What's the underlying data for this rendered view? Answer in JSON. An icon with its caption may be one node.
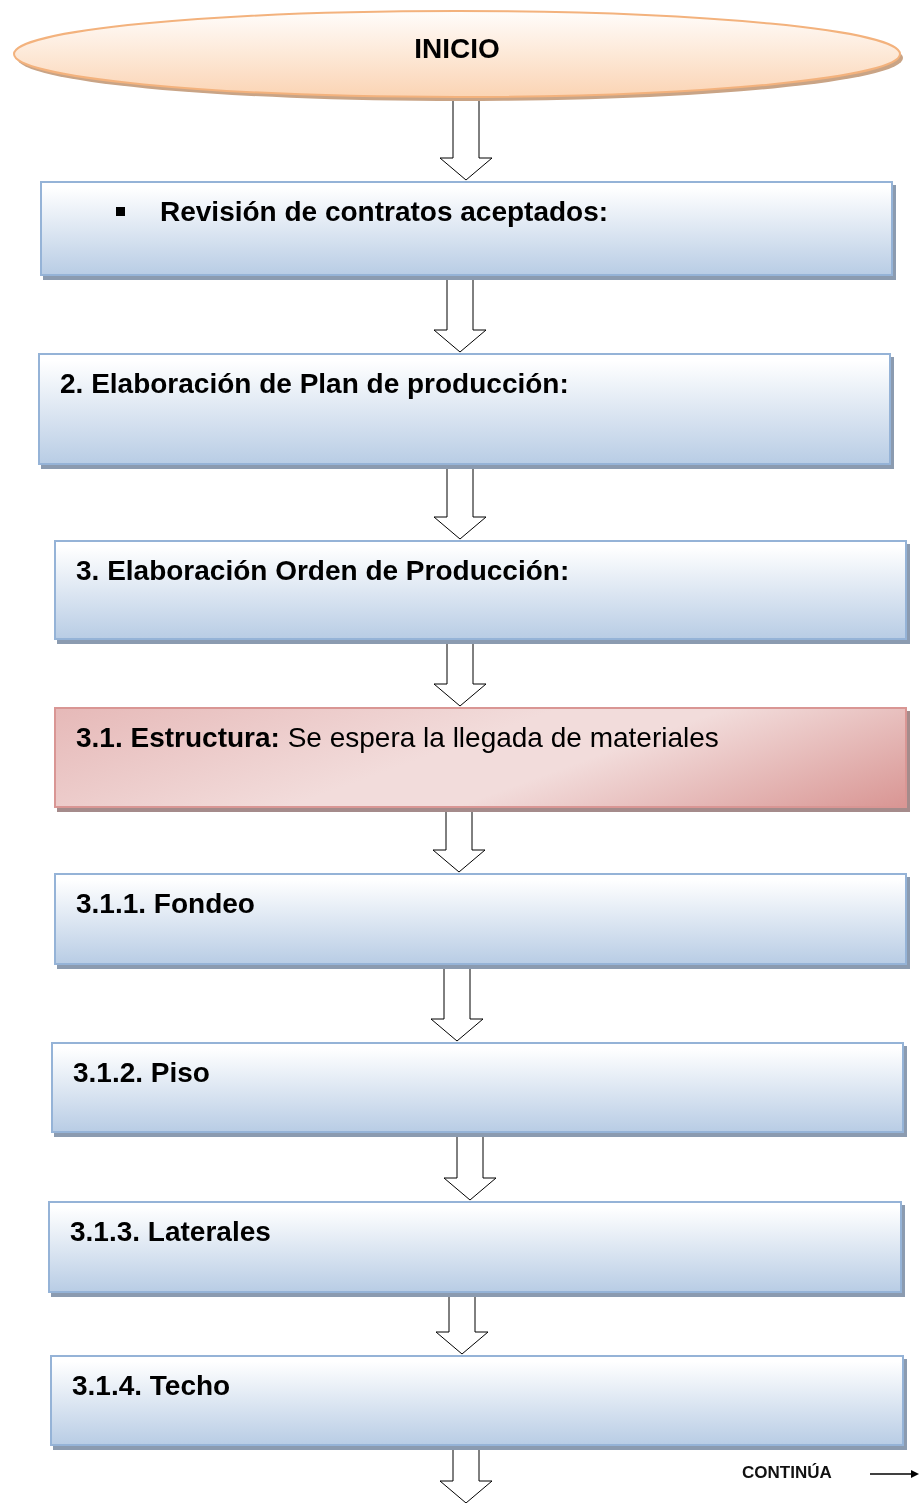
{
  "diagram": {
    "nodes": [
      {
        "text": [
          "INICIO"
        ]
      },
      {
        "text": [
          "Revisión de contratos aceptados:"
        ]
      },
      {
        "text": [
          "2. Elaboración de Plan de producción:"
        ]
      },
      {
        "text": [
          "3. Elaboración Orden de Producción:"
        ]
      },
      {
        "text": [
          "**3.1. Estructura:** Se espera la llegada de materiales"
        ]
      },
      {
        "text": [
          "3.1.1.  Fondeo"
        ]
      },
      {
        "text": [
          "3.1.2. Piso"
        ]
      },
      {
        "text": [
          "3.1.3. Laterales"
        ]
      },
      {
        "text": [
          "3.1.4.  Techo"
        ]
      }
    ],
    "edges": [
      {
        "from": 0,
        "to": 1,
        "arrow": "to"
      },
      {
        "from": 1,
        "to": 2,
        "arrow": "to"
      },
      {
        "from": 2,
        "to": 3,
        "arrow": "to"
      },
      {
        "from": 3,
        "to": 4,
        "arrow": "to"
      },
      {
        "from": 4,
        "to": 5,
        "arrow": "to"
      },
      {
        "from": 5,
        "to": 6,
        "arrow": "to"
      },
      {
        "from": 6,
        "to": 7,
        "arrow": "to"
      },
      {
        "from": 7,
        "to": 8,
        "arrow": "to"
      },
      {
        "from": 8,
        "to": null,
        "arrow": "to"
      }
    ],
    "labels": [
      "CONTINÚA"
    ]
  }
}
